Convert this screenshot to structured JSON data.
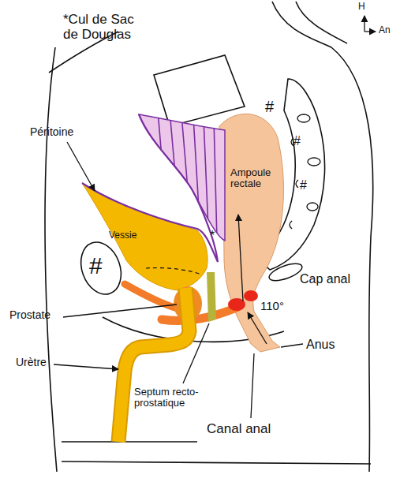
{
  "diagram": {
    "nodes": [
      {
        "text": [
          "Vessie"
        ]
      },
      {
        "text": [
          "Ampoule rectale"
        ]
      }
    ],
    "labels": [
      "*Cul de Sac de Douglas",
      "H",
      "An",
      "Péritoine",
      "*",
      "#",
      "#",
      "#",
      "#",
      "110°",
      "Cap anal",
      "Prostate",
      "Urètre",
      "Septum recto-prostatique",
      "Anus",
      "Canal anal"
    ]
  }
}
